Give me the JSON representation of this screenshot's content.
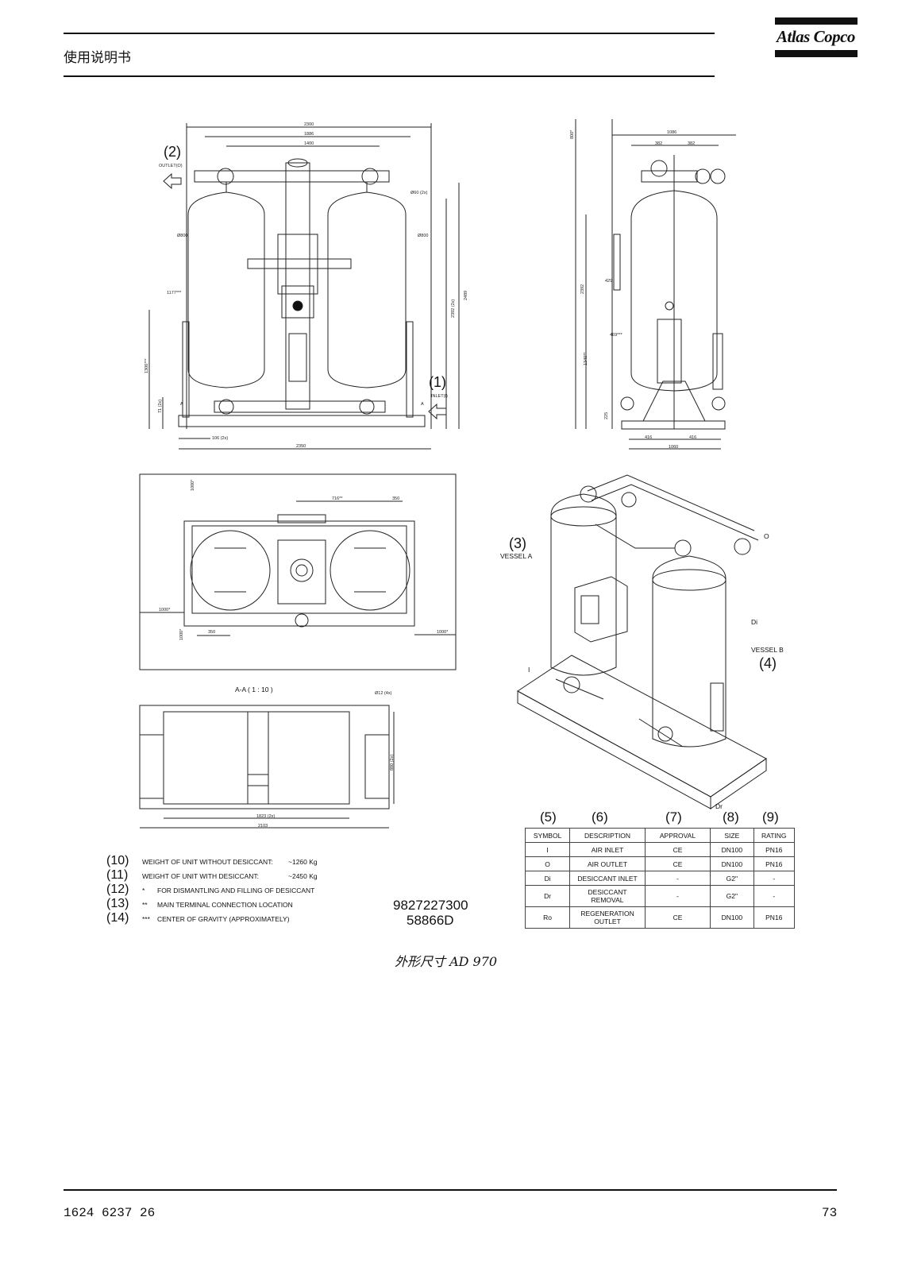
{
  "header": {
    "title": "使用说明书",
    "logo": "Atlas Copco"
  },
  "drawing": {
    "callouts": {
      "c1": "(1)",
      "c2": "(2)",
      "c3": "(3)",
      "c4": "(4)",
      "c5": "(5)",
      "c6": "(6)",
      "c7": "(7)",
      "c8": "(8)",
      "c9": "(9)",
      "c10": "(10)",
      "c11": "(11)",
      "c12": "(12)",
      "c13": "(13)",
      "c14": "(14)"
    },
    "labels": {
      "outlet": "OUTLET(O)",
      "inlet": "INLET(I)",
      "vessel_a": "VESSEL A",
      "vessel_b": "VESSEL B",
      "section": "A-A  ( 1 : 10 )",
      "hole": "Ø12 (4x)",
      "di": "Di",
      "dr": "Dr",
      "i": "I",
      "o": "O",
      "a": "A"
    },
    "dims": {
      "front_top1": "2300",
      "front_top2": "1886",
      "front_top3": "1400",
      "front_bottom": "2350",
      "front_106": "106 (2x)",
      "front_d60": "Ø60 (2x)",
      "front_d800a": "Ø800",
      "front_d800b": "Ø800",
      "front_h2392": "2392 (2x)",
      "front_h2489": "2489",
      "front_1177": "1177***",
      "front_1306": "1306***",
      "front_71": "71 (2x)",
      "side_top": "1086",
      "side_382a": "382",
      "side_382b": "382",
      "side_800": "800*",
      "side_429": "429",
      "side_469": "469***",
      "side_2392": "2392",
      "side_1340": "1340**",
      "side_225": "225",
      "side_416a": "416",
      "side_416b": "416",
      "side_1060": "1060",
      "top_716": "716**",
      "top_350a": "350",
      "top_350b": "350",
      "top_1000a": "1000*",
      "top_1000b": "1000*",
      "top_1000c": "1000*",
      "top_1000d": "1000*",
      "sec_1823": "1823 (2x)",
      "sec_2103": "2103",
      "sec_880": "880 (2x)"
    },
    "notes": [
      {
        "label": "WEIGHT OF UNIT WITHOUT DESICCANT:",
        "value": "~1260 Kg"
      },
      {
        "label": "WEIGHT OF UNIT WITH DESICCANT:",
        "value": "~2450 Kg"
      },
      {
        "mark": "*",
        "label": "FOR DISMANTLING AND FILLING OF DESICCANT"
      },
      {
        "mark": "**",
        "label": "MAIN TERMINAL CONNECTION LOCATION"
      },
      {
        "mark": "***",
        "label": "CENTER OF GRAVITY (APPROXIMATELY)"
      }
    ],
    "part_number": "9827227300",
    "revision": "58866D"
  },
  "table": {
    "headers": [
      "SYMBOL",
      "DESCRIPTION",
      "APPROVAL",
      "SIZE",
      "RATING"
    ],
    "rows": [
      [
        "I",
        "AIR INLET",
        "CE",
        "DN100",
        "PN16"
      ],
      [
        "O",
        "AIR OUTLET",
        "CE",
        "DN100",
        "PN16"
      ],
      [
        "Di",
        "DESICCANT INLET",
        "-",
        "G2\"",
        "-"
      ],
      [
        "Dr",
        "DESICCANT REMOVAL",
        "-",
        "G2\"",
        "-"
      ],
      [
        "Ro",
        "REGENERATION OUTLET",
        "CE",
        "DN100",
        "PN16"
      ]
    ]
  },
  "caption": "外形尺寸 AD 970",
  "footer": {
    "doc_number": "1624 6237 26",
    "page": "73"
  }
}
